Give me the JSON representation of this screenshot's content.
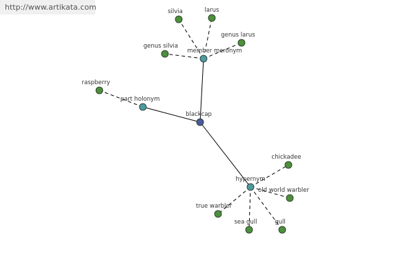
{
  "watermark": {
    "text": "http://www.artikata.com"
  },
  "colors": {
    "center_node": "#4b5a9b",
    "relation_node": "#4f9aa0",
    "leaf_node": "#4e8f3c",
    "edge": "#000000"
  },
  "graph": {
    "center": {
      "id": "blackcap",
      "label": "blackcap"
    },
    "relations": [
      {
        "id": "member-meronym",
        "label": "member meronym",
        "leaves": [
          {
            "id": "silvia",
            "label": "silvia"
          },
          {
            "id": "larus",
            "label": "larus"
          },
          {
            "id": "genus-silvia",
            "label": "genus silvia"
          },
          {
            "id": "genus-larus",
            "label": "genus larus"
          }
        ]
      },
      {
        "id": "part-holonym",
        "label": "part holonym",
        "leaves": [
          {
            "id": "raspberry",
            "label": "raspberry"
          }
        ]
      },
      {
        "id": "hypernym",
        "label": "hypernym",
        "leaves": [
          {
            "id": "chickadee",
            "label": "chickadee"
          },
          {
            "id": "old-world-warbler",
            "label": "old world warbler"
          },
          {
            "id": "true-warbler",
            "label": "true warbler"
          },
          {
            "id": "sea-gull",
            "label": "sea gull"
          },
          {
            "id": "gull",
            "label": "gull"
          }
        ]
      }
    ]
  }
}
